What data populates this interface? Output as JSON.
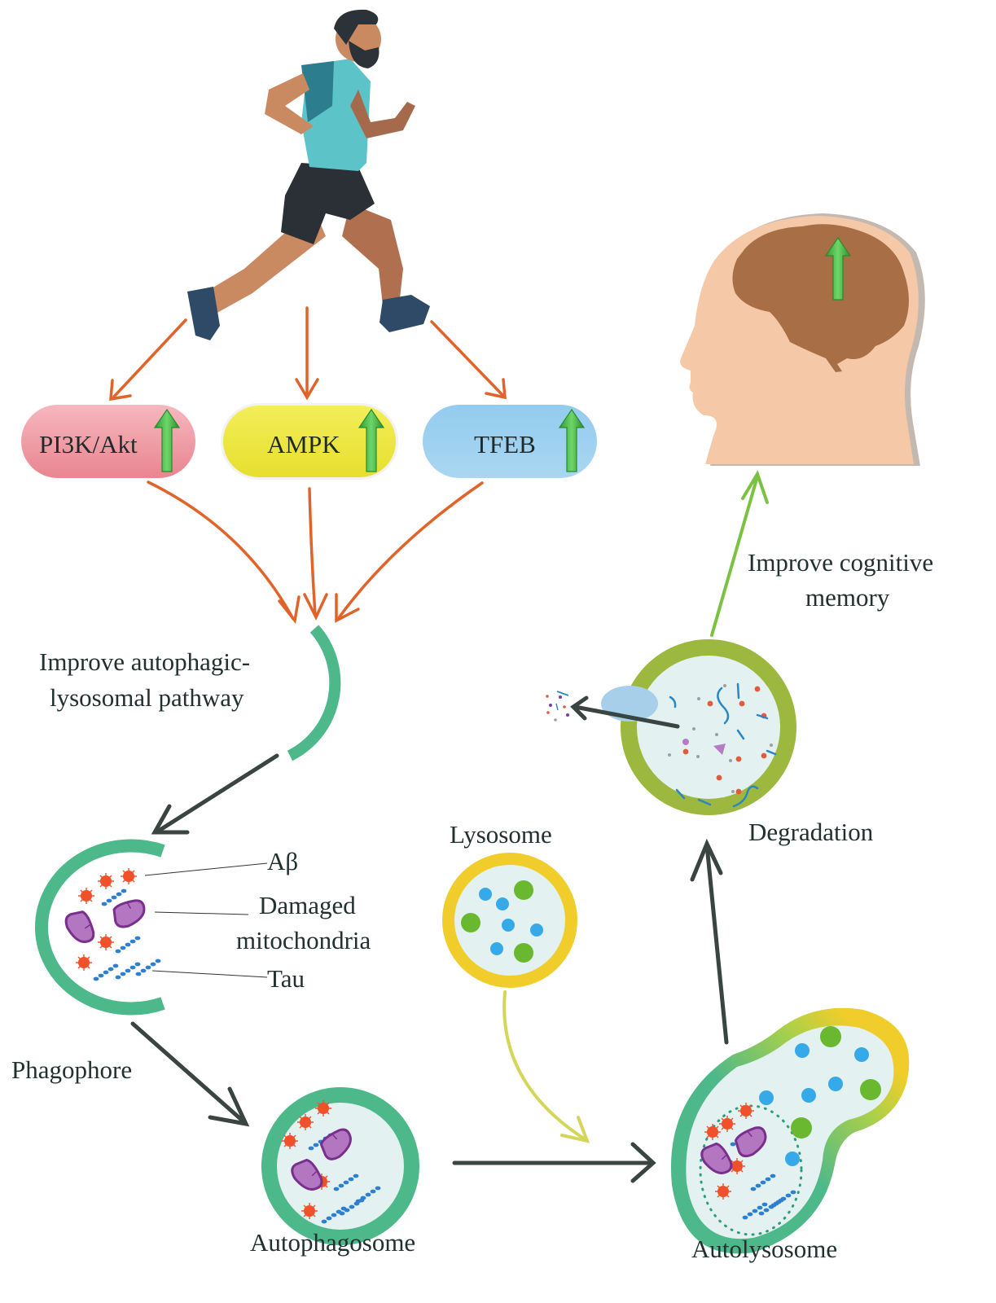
{
  "title": "Exercise improves autophagic-lysosomal pathway and cognitive memory",
  "colors": {
    "orange_arrow": "#e0642a",
    "dark_arrow": "#3a4440",
    "green_arrow": "#7cc242",
    "phagophore_green": "#4db88a",
    "lysosome_yellow": "#f0cd2a",
    "degradation_olive": "#9cb83f",
    "lumen": "#e3f1f1",
    "pi3k_pill": "#ee8f99",
    "ampk_pill": "#ece63a",
    "tfeb_pill": "#9fd0ee",
    "head_skin": "#f5c9a8",
    "brain": "#a86e45",
    "up_arrow": "#3cb33c"
  },
  "pathways": [
    {
      "label": "PI3K/Akt",
      "status": "up-regulated"
    },
    {
      "label": "AMPK",
      "status": "up-regulated"
    },
    {
      "label": "TFEB",
      "status": "up-regulated"
    }
  ],
  "labels": {
    "autophagic_line1": "Improve autophagic-",
    "autophagic_line2": "lysosomal pathway",
    "abeta": "Aβ",
    "damaged_line1": "Damaged",
    "damaged_line2": "mitochondria",
    "tau": "Tau",
    "phagophore": "Phagophore",
    "autophagosome": "Autophagosome",
    "lysosome": "Lysosome",
    "autolysosome": "Autolysosome",
    "degradation": "Degradation",
    "cognitive_line1": "Improve cognitive",
    "cognitive_line2": "memory"
  },
  "icons": {
    "runner": "running-man-icon",
    "head": "human-head-brain-icon",
    "up": "green-up-arrow-icon"
  }
}
